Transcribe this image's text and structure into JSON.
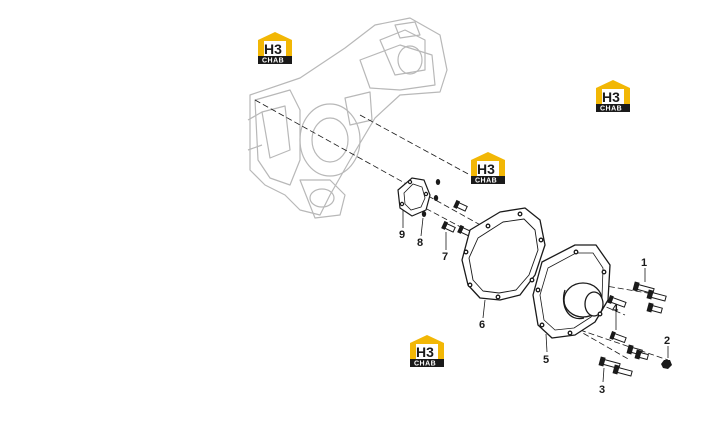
{
  "watermark": {
    "letters": "H3",
    "word": "CHAB",
    "accent": "#f2b705",
    "dark": "#1a1a1a"
  },
  "callouts": {
    "c1": "1",
    "c2": "2",
    "c3": "3",
    "c4": "4",
    "c5": "5",
    "c6": "6",
    "c7": "7",
    "c8": "8",
    "c9": "9"
  },
  "colors": {
    "ghost": "#b8b8b8",
    "line": "#1a1a1a"
  }
}
